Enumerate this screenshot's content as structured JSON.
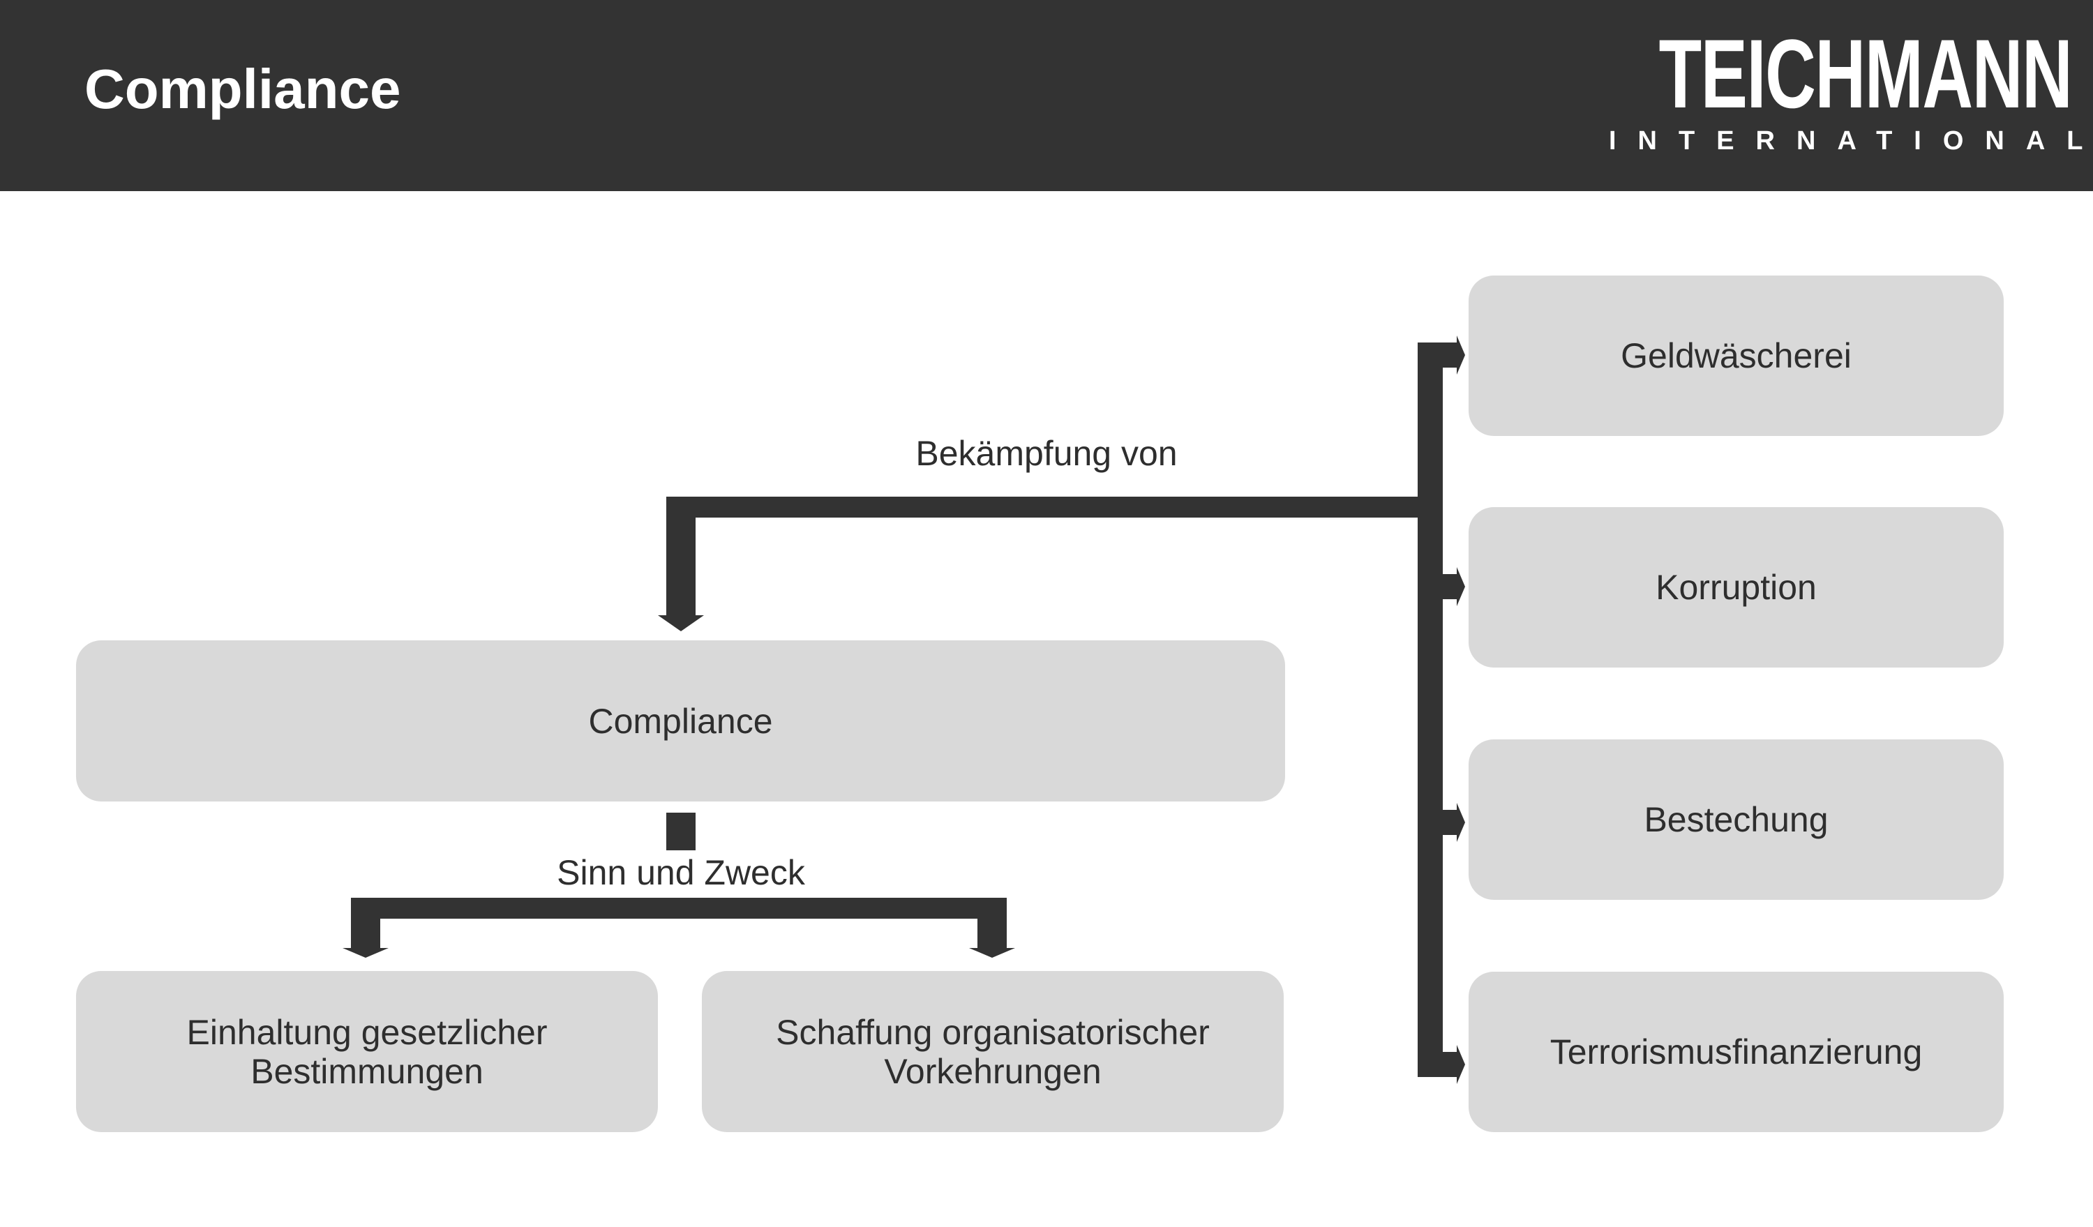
{
  "header": {
    "title": "Compliance",
    "logo": {
      "name": "TEICHMANN",
      "subtitle": "INTERNATIONAL"
    }
  },
  "diagram": {
    "nodes": {
      "compliance": "Compliance",
      "einhaltung": "Einhaltung gesetzlicher Bestimmungen",
      "schaffung": "Schaffung organisatorischer Vorkehrungen",
      "geldwaescherei": "Geldwäscherei",
      "korruption": "Korruption",
      "bestechung": "Bestechung",
      "terrorismus": "Terrorismusfinanzierung"
    },
    "edge_labels": {
      "bekaempfung": "Bekämpfung von",
      "sinn": "Sinn und Zweck"
    }
  },
  "colors": {
    "header_bg": "#333333",
    "node_bg": "#d9d9d9",
    "connector": "#333333",
    "text": "#2e2e2e"
  }
}
